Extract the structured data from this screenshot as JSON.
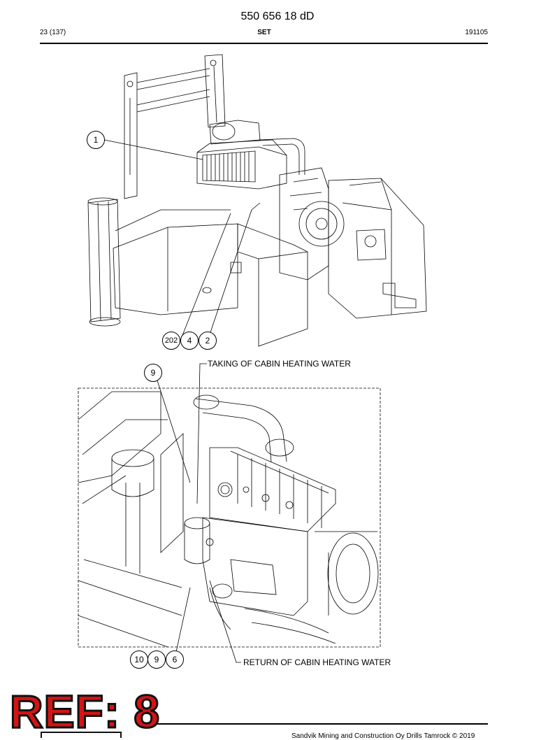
{
  "header": {
    "document_number": "550 656 18 dD",
    "page": "23 (137)",
    "section": "SET",
    "date_code": "191105"
  },
  "figure_top": {
    "balloons": [
      "1",
      "202",
      "4",
      "2"
    ]
  },
  "figure_bottom": {
    "balloons": [
      "9",
      "10",
      "9",
      "6"
    ],
    "label_taking": "TAKING OF CABIN HEATING WATER",
    "label_return": "RETURN OF CABIN HEATING WATER"
  },
  "footer": {
    "copyright": "Sandvik Mining and Construction Oy Drills Tamrock © 2019"
  },
  "stamp": {
    "text": "REF: 8",
    "color": "#d41414"
  }
}
